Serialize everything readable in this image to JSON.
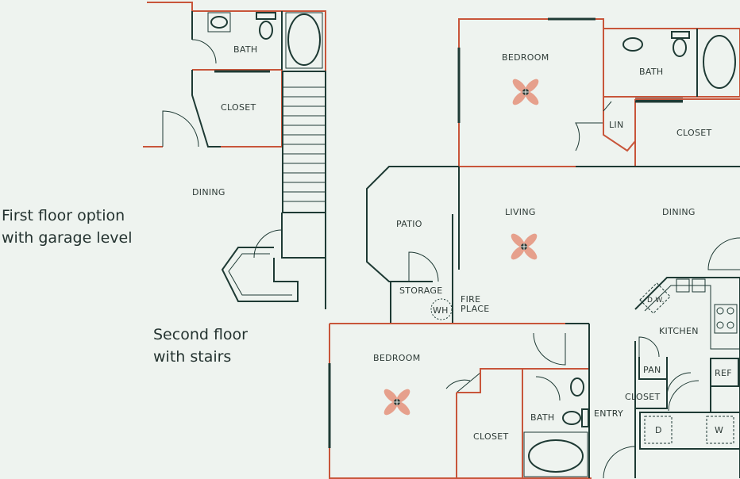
{
  "colors": {
    "background": "#eef3ef",
    "interior_wall": "#1e3a34",
    "exterior_wall": "#c8553a",
    "fan": "#e6a08c",
    "text": "#2e3b37"
  },
  "captions": {
    "first_floor_line1": "First floor option",
    "first_floor_line2": "with garage level",
    "second_floor_line1": "Second floor",
    "second_floor_line2": "with stairs"
  },
  "labels": {
    "ff_bath": "BATH",
    "ff_closet": "CLOSET",
    "ff_dining": "DINING",
    "bedroom_top": "BEDROOM",
    "bath_top": "BATH",
    "lin": "LIN",
    "closet_top": "CLOSET",
    "patio": "PATIO",
    "living": "LIVING",
    "dining": "DINING",
    "storage": "STORAGE",
    "wh": "WH",
    "fire": "FIRE",
    "place": "PLACE",
    "dw": "D.W.",
    "kitchen": "KITCHEN",
    "pan": "PAN",
    "ref": "REF",
    "bedroom_bottom": "BEDROOM",
    "closet_bottom": "CLOSET",
    "bath_bottom": "BATH",
    "entry": "ENTRY",
    "closet_small": "CLOSET",
    "dryer": "D",
    "washer": "W"
  },
  "icons": {
    "ceiling_fan": "ceiling-fan-icon",
    "door_swing": "door-swing-icon",
    "toilet": "toilet-icon",
    "tub": "bathtub-icon",
    "sink": "sink-icon"
  }
}
